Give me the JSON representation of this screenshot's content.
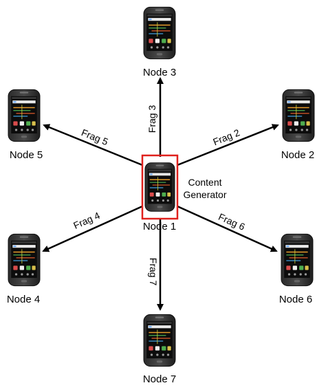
{
  "nodes": [
    {
      "id": "node-1",
      "label": "Node 1"
    },
    {
      "id": "node-2",
      "label": "Node 2"
    },
    {
      "id": "node-3",
      "label": "Node 3"
    },
    {
      "id": "node-4",
      "label": "Node 4"
    },
    {
      "id": "node-5",
      "label": "Node 5"
    },
    {
      "id": "node-6",
      "label": "Node 6"
    },
    {
      "id": "node-7",
      "label": "Node 7"
    }
  ],
  "center": {
    "caption_line1": "Content",
    "caption_line2": "Generator",
    "highlight_color": "#e0201c"
  },
  "edges": [
    {
      "from": "node-1",
      "to": "node-2",
      "label": "Frag 2"
    },
    {
      "from": "node-1",
      "to": "node-3",
      "label": "Frag 3"
    },
    {
      "from": "node-1",
      "to": "node-4",
      "label": "Frag 4"
    },
    {
      "from": "node-1",
      "to": "node-5",
      "label": "Frag 5"
    },
    {
      "from": "node-1",
      "to": "node-6",
      "label": "Frag 6"
    },
    {
      "from": "node-1",
      "to": "node-7",
      "label": "Frag 7"
    }
  ],
  "icons": {
    "device": "smartphone-icon"
  }
}
